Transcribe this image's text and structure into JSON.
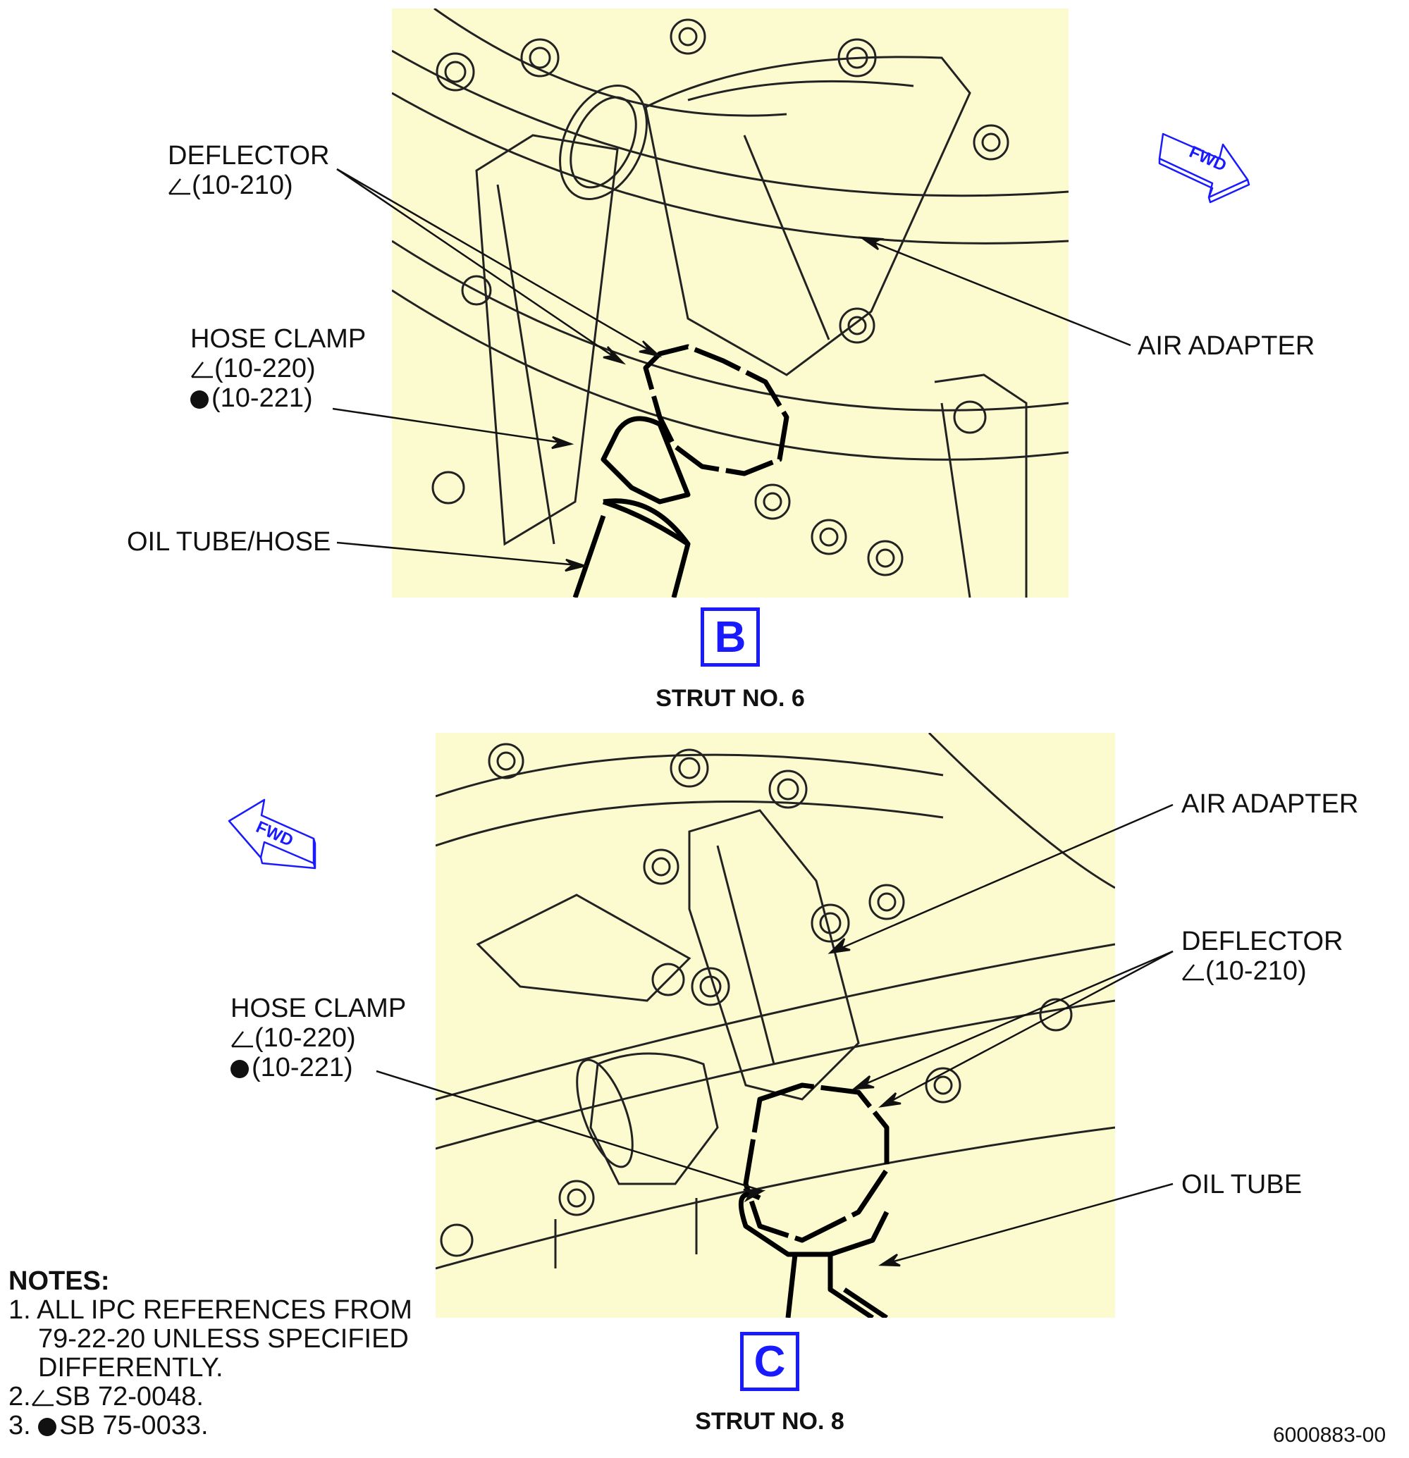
{
  "panel_b": {
    "deflector": {
      "name": "DEFLECTOR",
      "ref": "(10-210)"
    },
    "hose_clamp": {
      "name": "HOSE CLAMP",
      "ref1": "(10-220)",
      "ref2": "(10-221)"
    },
    "oil_tube": "OIL TUBE/HOSE",
    "air_adapter": "AIR ADAPTER",
    "fwd": "FWD",
    "view_letter": "B",
    "strut": "STRUT NO. 6"
  },
  "panel_c": {
    "air_adapter": "AIR ADAPTER",
    "deflector": {
      "name": "DEFLECTOR",
      "ref": "(10-210)"
    },
    "hose_clamp": {
      "name": "HOSE CLAMP",
      "ref1": "(10-220)",
      "ref2": "(10-221)"
    },
    "oil_tube": "OIL TUBE",
    "fwd": "FWD",
    "view_letter": "C",
    "strut": "STRUT NO. 8"
  },
  "notes": {
    "heading": "NOTES:",
    "n1_line1": "1. ALL IPC REFERENCES FROM",
    "n1_line2": "79-22-20 UNLESS SPECIFIED",
    "n1_line3": "DIFFERENTLY.",
    "n2_num": "2.",
    "n2_text": "SB 72-0048.",
    "n3_num": "3.",
    "n3_text": "SB 75-0033."
  },
  "figure_number": "6000883-00",
  "colors": {
    "panel_bg": "#fcfbcf",
    "accent_blue": "#1a1aff",
    "line": "#111111"
  }
}
